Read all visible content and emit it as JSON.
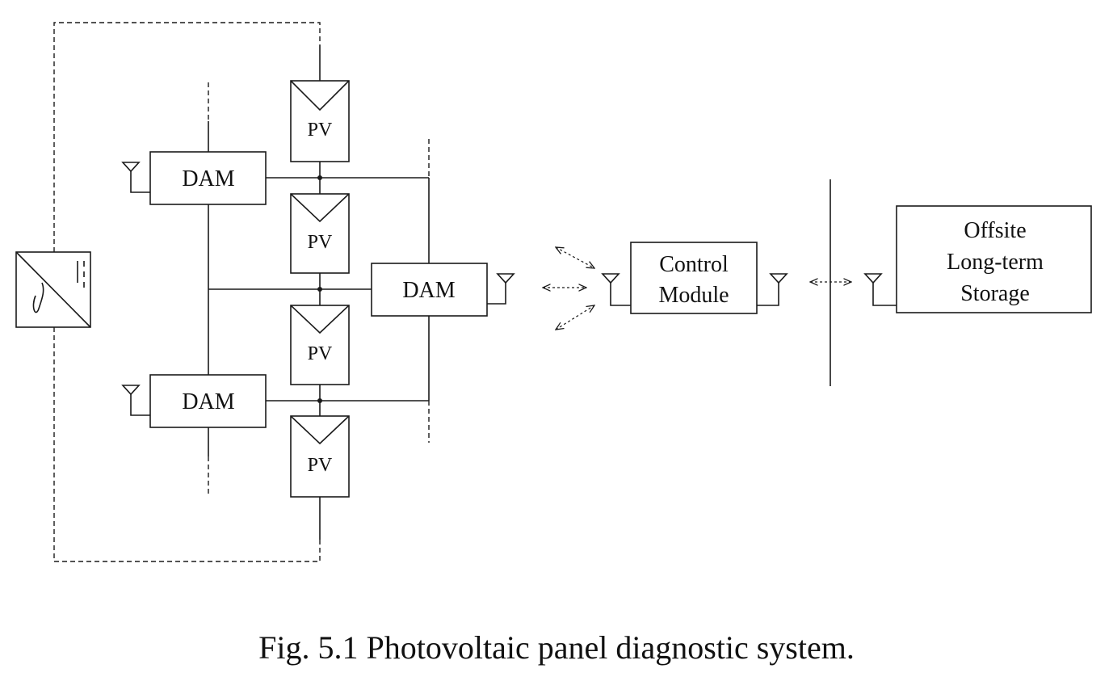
{
  "diagram": {
    "pv_label": "PV",
    "dam_label": "DAM",
    "control_module_line1": "Control",
    "control_module_line2": "Module",
    "storage_line1": "Offsite",
    "storage_line2": "Long-term",
    "storage_line3": "Storage"
  },
  "caption": "Fig. 5.1 Photovoltaic panel diagnostic system."
}
